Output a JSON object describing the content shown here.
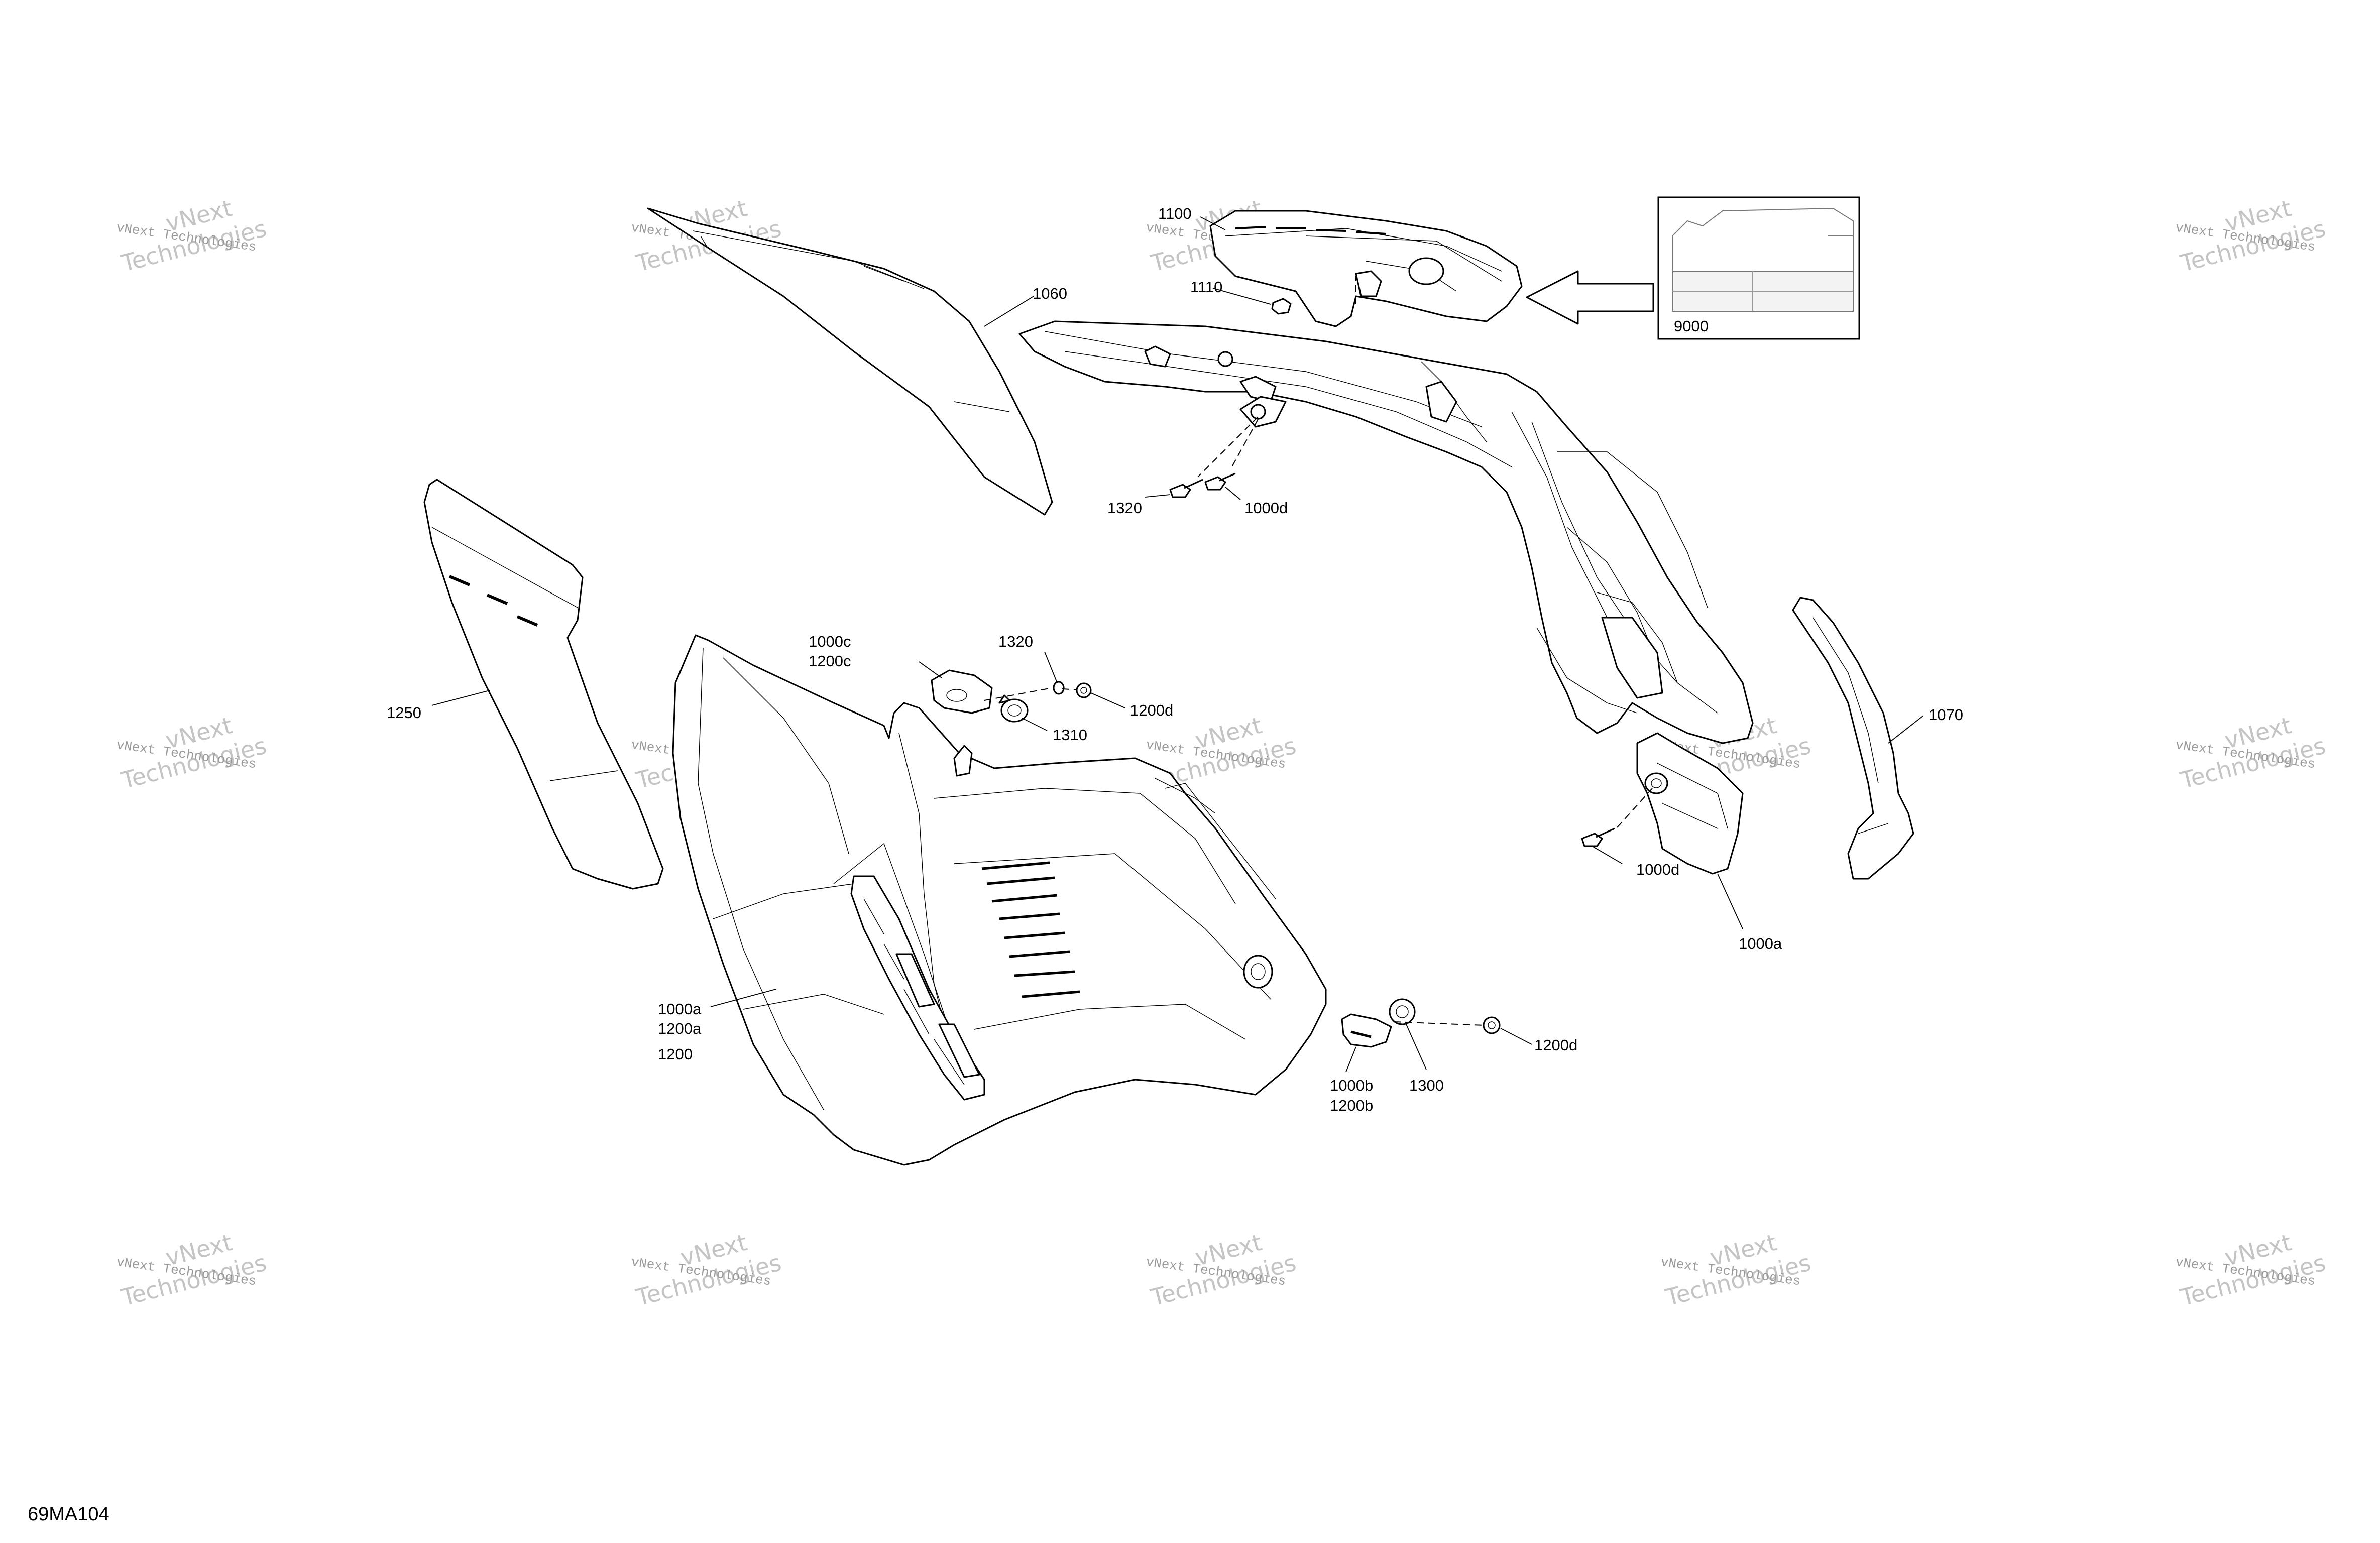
{
  "diagram": {
    "reference": "69MA104",
    "watermark": {
      "line1": "vNext Technologies",
      "line2": "vNext",
      "line3": "Technologies"
    },
    "callouts": {
      "c1100": "1100",
      "c1110": "1110",
      "c1060": "1060",
      "c9000": "9000",
      "c1320_top": "1320",
      "c1000d_top": "1000d",
      "c1250": "1250",
      "c1000c": "1000c",
      "c1200c": "1200c",
      "c1320_mid": "1320",
      "c1200d_mid": "1200d",
      "c1310": "1310",
      "c1070": "1070",
      "c1000d_right": "1000d",
      "c1000a_right": "1000a",
      "c1000a_left": "1000a",
      "c1200a": "1200a",
      "c1200": "1200",
      "c1000b": "1000b",
      "c1200b": "1200b",
      "c1300": "1300",
      "c1200d_low": "1200d"
    }
  }
}
